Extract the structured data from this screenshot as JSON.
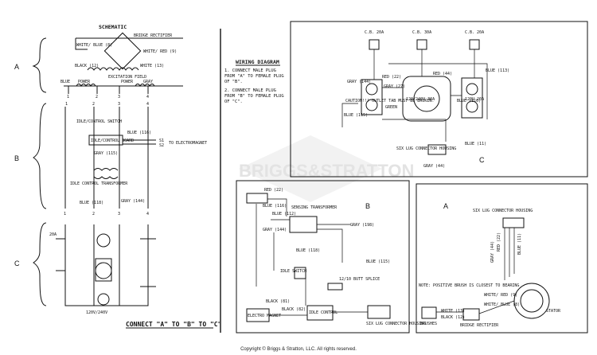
{
  "schematic": {
    "title": "SCHEMATIC",
    "section_labels": [
      "A",
      "B",
      "C"
    ],
    "a_block": {
      "bridge_rectifier": "BRIDGE RECTIFIER",
      "white_blue": "WHITE/ BLUE (8)",
      "white_red": "WHITE/ RED (9)",
      "black": "BLACK (12)",
      "white": "WHITE (13)",
      "excitation_field": "EXCITATION FIELD",
      "power1": "POWER",
      "power2": "POWER",
      "blue_left": "BLUE",
      "gray_right": "GRAY",
      "n1": "1",
      "n2": "2",
      "n3": "3",
      "n4": "4"
    },
    "b_block": {
      "idle_control_switch": "IDLE/CONTROL SWITCH",
      "idle_control_board": "IDLE/CONTROL BOARD",
      "gray_115": "GRAY (115)",
      "blue_116": "BLUE (116)",
      "s1": "S1",
      "s2": "S2",
      "to_electromagnet": "TO ELECTROMAGNET",
      "idle_control_transformer": "IDLE CONTROL TRANSFORMER",
      "blue_118": "BLUE (118)",
      "gray_144": "GRAY (144)",
      "n1": "1",
      "n2": "2",
      "n3": "3",
      "n4": "4"
    },
    "c_block": {
      "cb_20a": "20A",
      "receptacle": "120V/240V",
      "connect_note": "CONNECT \"A\" TO \"B\" TO \"C\""
    }
  },
  "wiring_diagram": {
    "title": "WIRING DIAGRAM",
    "step1": "1. CONNECT MALE PLUG FROM \"A\" TO FEMALE PLUG OF \"B\".",
    "step2": "2. CONNECT MALE PLUG FROM \"B\" TO FEMALE PLUG OF \"C\"."
  },
  "panel_c": {
    "label": "C",
    "cb1": "C.B. 20A",
    "cb2": "C.B. 30A",
    "cb3": "C.B. 20A",
    "caution": "CAUTION!!! OUTLET TAB MUST BE BROKEN.",
    "receptacle_mid": "120/240V 30A",
    "receptacle_right": "120V 20A",
    "six_lug": "SIX LUG CONNECTOR HOUSING",
    "wire_gray_144": "GRAY (144)",
    "wire_red_22": "RED (22)",
    "wire_green": "GREEN",
    "wire_blue_115": "BLUE (115)",
    "wire_blue_116": "BLUE (116)",
    "wire_red_44": "RED (44)",
    "wire_gray_44": "GRAY (44)",
    "wire_gray_27": "GRAY (27)",
    "wire_blue_11": "BLUE (11)",
    "wire_blue_113": "BLUE (113)"
  },
  "panel_b": {
    "label": "B",
    "red_22": "RED (22)",
    "sensing_transformer": "SENSING TRANSFORMER",
    "gray_144": "GRAY (144)",
    "blue_112": "BLUE (112)",
    "blue_116": "BLUE (116)",
    "blue_118": "BLUE (118)",
    "gray_198": "GRAY (198)",
    "blue_115": "BLUE (115)",
    "idle_switch": "IDLE SWITCH",
    "butt_splice": "12/10 BUTT SPLICE",
    "black_81": "BLACK (81)",
    "black_82": "BLACK (82)",
    "electro_magnet": "ELECTRO MAGNET",
    "idle_control": "IDLE CONTROL",
    "six_lug": "SIX LUG CONNECTOR HOUSING"
  },
  "panel_a": {
    "label": "A",
    "six_lug": "SIX LUG CONNECTOR HOUSING",
    "gray_44": "GRAY (44)",
    "red_22": "RED (22)",
    "blue_11": "BLUE (11)",
    "note": "NOTE: POSITIVE BRUSH IS CLOSEST TO BEARING",
    "white_red": "WHITE/ RED (9)",
    "white_blue": "WHITE/ BLUE (8)",
    "stator": "STATOR",
    "brushes": "BRUSHES",
    "white_13": "WHITE (13)",
    "black_12": "BLACK (12)",
    "bridge_rectifier": "BRIDGE RECTIFIER"
  },
  "watermark": "BRIGGS&STRATTON",
  "copyright": "Copyright © Briggs & Stratton, LLC. All rights reserved."
}
